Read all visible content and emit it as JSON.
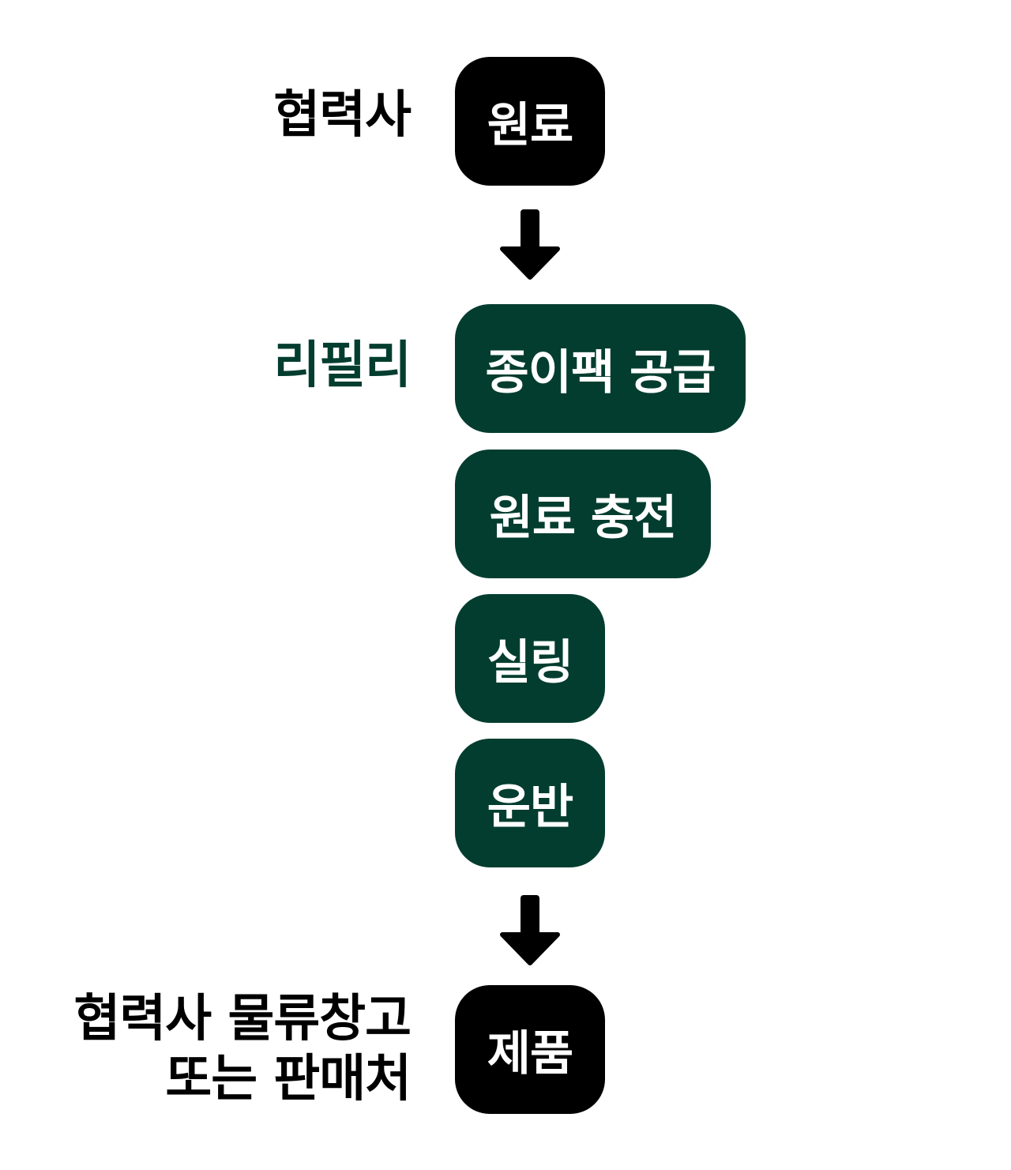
{
  "colors": {
    "black": "#000000",
    "brand_green": "#033d2f",
    "white": "#ffffff"
  },
  "stages": {
    "partner_top": {
      "label": "협력사",
      "label_color": "#000000",
      "boxes": [
        {
          "text": "원료",
          "color": "#000000"
        }
      ]
    },
    "refilly": {
      "label": "리필리",
      "label_color": "#033d2f",
      "boxes": [
        {
          "text": "종이팩 공급",
          "color": "#033d2f"
        },
        {
          "text": "원료 충전",
          "color": "#033d2f"
        },
        {
          "text": "실링",
          "color": "#033d2f"
        },
        {
          "text": "운반",
          "color": "#033d2f"
        }
      ]
    },
    "partner_bottom": {
      "label_lines": [
        "협력사 물류창고",
        "또는 판매처"
      ],
      "label_color": "#000000",
      "boxes": [
        {
          "text": "제품",
          "color": "#000000"
        }
      ]
    }
  },
  "arrows": [
    {
      "icon": "arrow-down-icon"
    },
    {
      "icon": "arrow-down-icon"
    }
  ]
}
